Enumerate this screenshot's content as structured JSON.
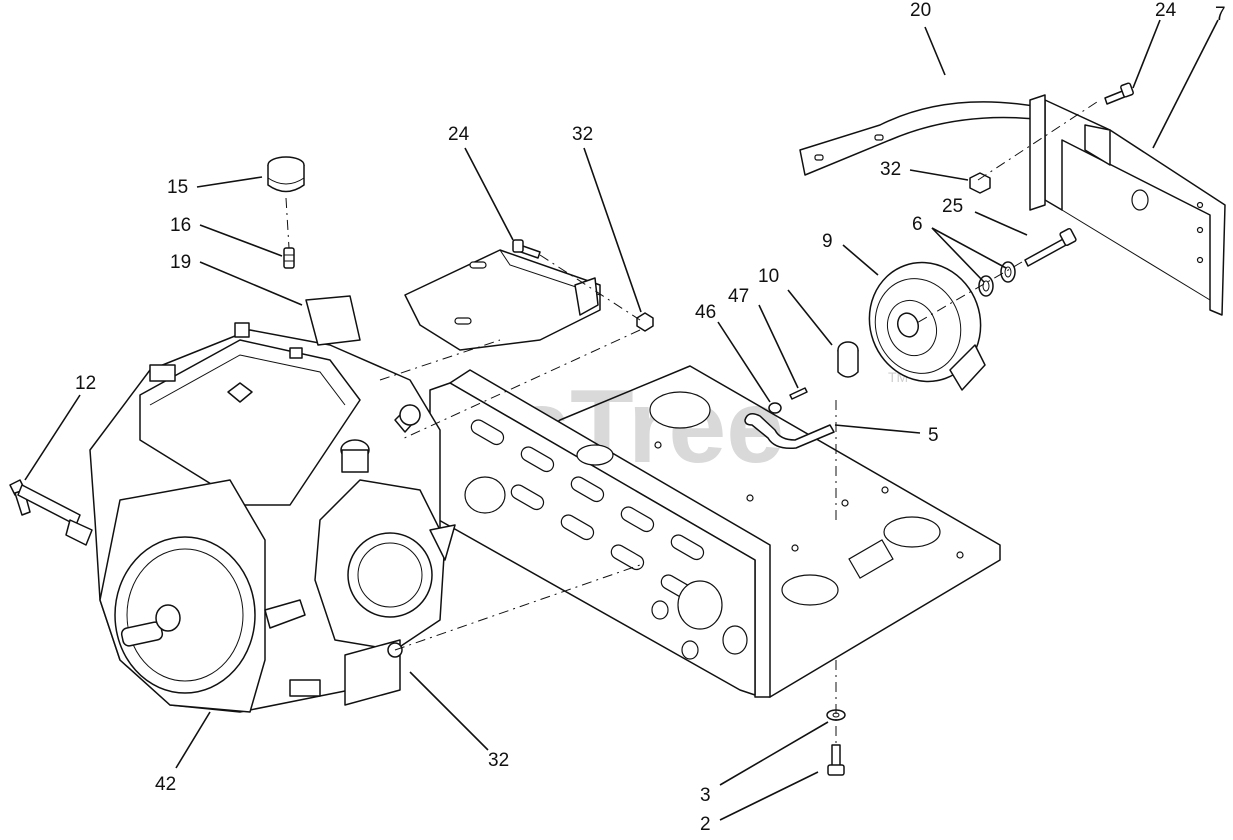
{
  "watermark": {
    "text": "PartsTree",
    "trademark": "TM"
  },
  "callouts": [
    {
      "id": "c20",
      "label": "20"
    },
    {
      "id": "c24a",
      "label": "24"
    },
    {
      "id": "c7",
      "label": "7"
    },
    {
      "id": "c24b",
      "label": "24"
    },
    {
      "id": "c32a",
      "label": "32"
    },
    {
      "id": "c32b",
      "label": "32"
    },
    {
      "id": "c15",
      "label": "15"
    },
    {
      "id": "c16",
      "label": "16"
    },
    {
      "id": "c19",
      "label": "19"
    },
    {
      "id": "c25",
      "label": "25"
    },
    {
      "id": "c6",
      "label": "6"
    },
    {
      "id": "c9",
      "label": "9"
    },
    {
      "id": "c10",
      "label": "10"
    },
    {
      "id": "c47",
      "label": "47"
    },
    {
      "id": "c46",
      "label": "46"
    },
    {
      "id": "c12",
      "label": "12"
    },
    {
      "id": "c5",
      "label": "5"
    },
    {
      "id": "c42",
      "label": "42"
    },
    {
      "id": "c32c",
      "label": "32"
    },
    {
      "id": "c3",
      "label": "3"
    },
    {
      "id": "c2",
      "label": "2"
    }
  ]
}
